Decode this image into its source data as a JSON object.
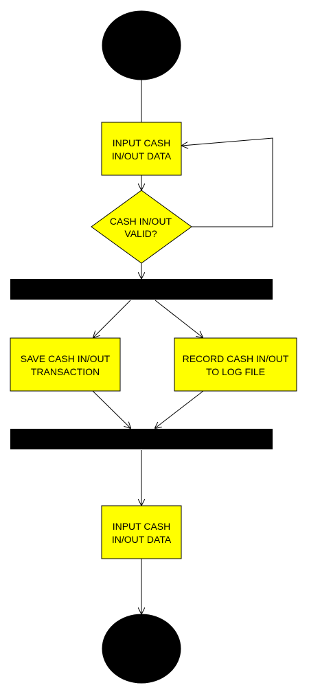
{
  "colors": {
    "background": "#ffffff",
    "activity_fill": "#ffff00",
    "stroke": "#000000",
    "start_end_fill": "#000000",
    "bar_fill": "#000000"
  },
  "nodes": {
    "input_top": {
      "line1": "INPUT CASH",
      "line2": "IN/OUT DATA"
    },
    "decision": {
      "line1": "CASH IN/OUT",
      "line2": "VALID?"
    },
    "save": {
      "line1": "SAVE CASH IN/OUT",
      "line2": "TRANSACTION"
    },
    "record": {
      "line1": "RECORD CASH IN/OUT",
      "line2": "TO LOG FILE"
    },
    "input_bottom": {
      "line1": "INPUT CASH",
      "line2": "IN/OUT DATA"
    }
  }
}
